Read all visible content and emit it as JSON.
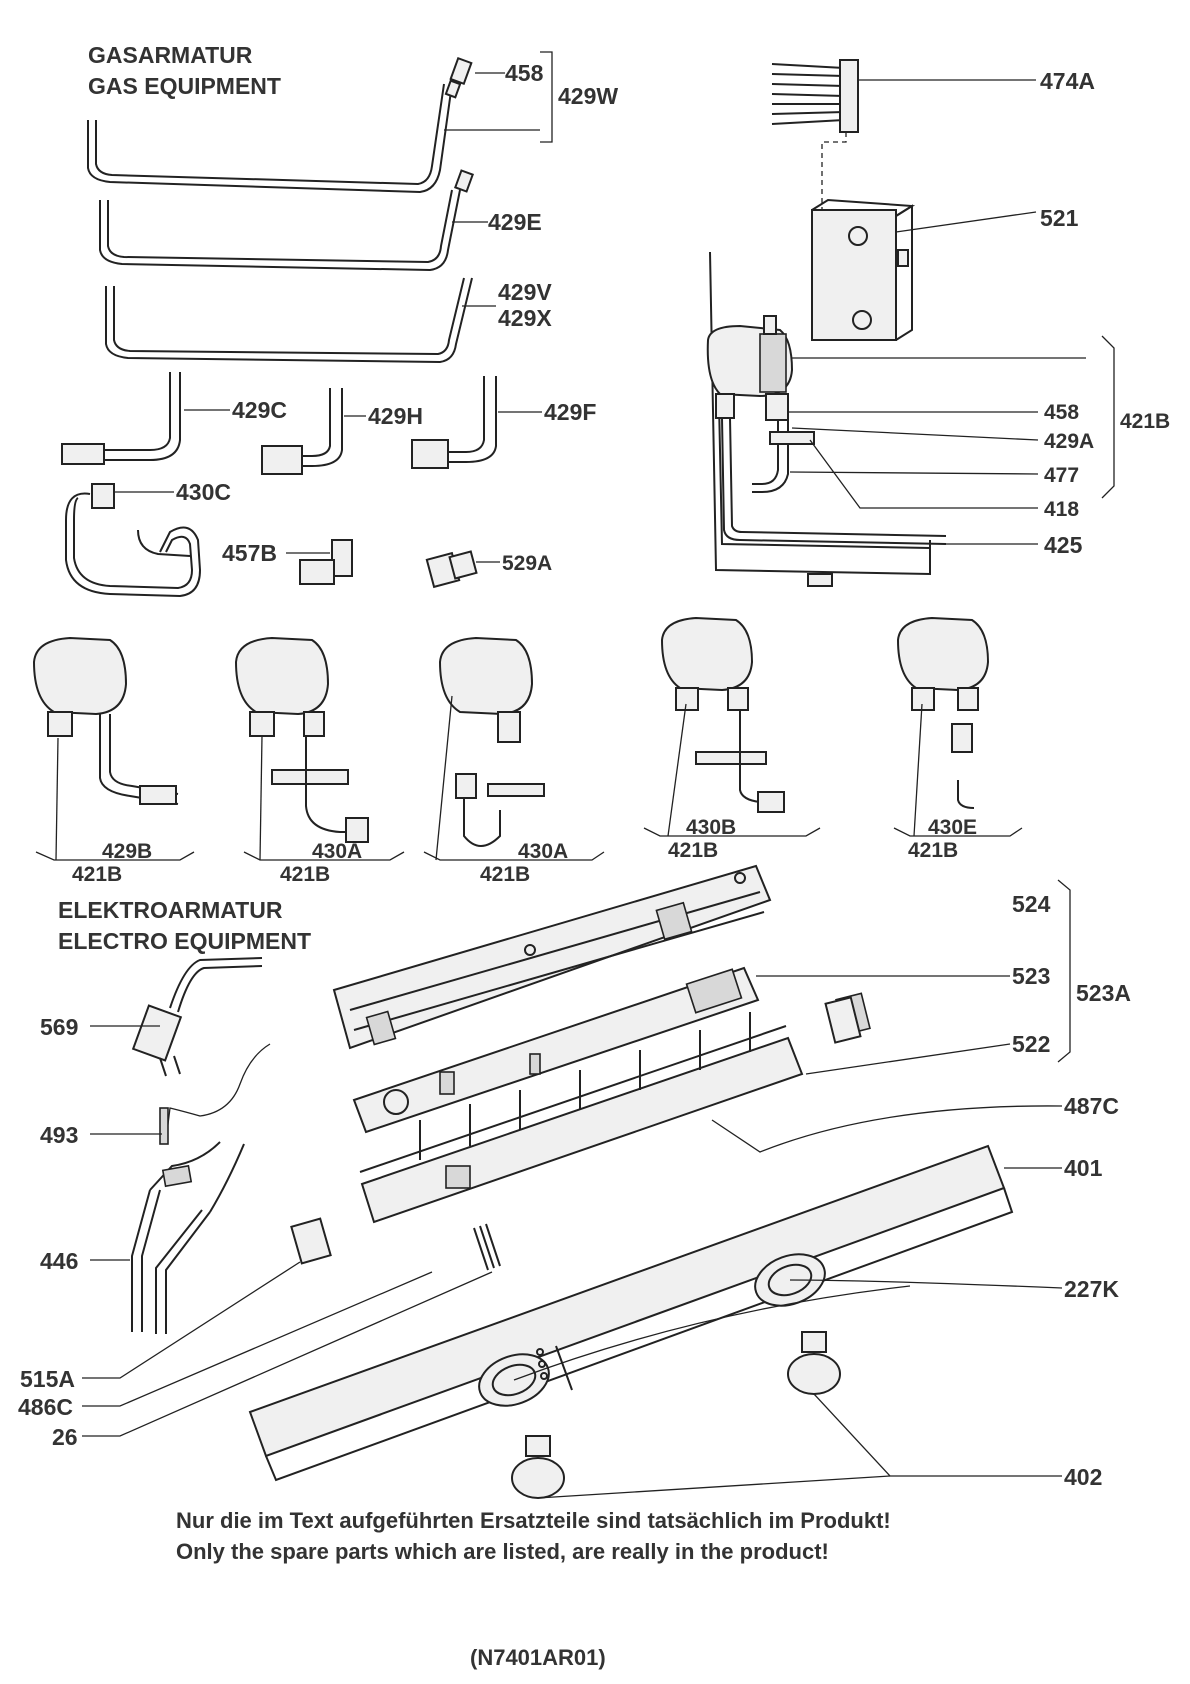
{
  "headings": {
    "gas_de": "GASARMATUR",
    "gas_en": "GAS EQUIPMENT",
    "electro_de": "ELEKTROARMATUR",
    "electro_en": "ELECTRO EQUIPMENT"
  },
  "labels": {
    "p458a": "458",
    "p429W": "429W",
    "p429E": "429E",
    "p429V": "429V",
    "p429X": "429X",
    "p429C": "429C",
    "p429H": "429H",
    "p429F": "429F",
    "p430C": "430C",
    "p457B": "457B",
    "p529A": "529A",
    "p474A": "474A",
    "p521": "521",
    "p458b": "458",
    "p429A": "429A",
    "p477": "477",
    "p418": "418",
    "p425": "425",
    "p421B_main": "421B",
    "p429B": "429B",
    "p421B_1": "421B",
    "p430A_1": "430A",
    "p421B_2": "421B",
    "p430A_2": "430A",
    "p421B_3": "421B",
    "p430B": "430B",
    "p421B_4": "421B",
    "p430E": "430E",
    "p421B_5": "421B",
    "p524": "524",
    "p523": "523",
    "p523A": "523A",
    "p522": "522",
    "p487C": "487C",
    "p401": "401",
    "p227K": "227K",
    "p402": "402",
    "p569": "569",
    "p493": "493",
    "p446": "446",
    "p515A": "515A",
    "p486C": "486C",
    "p26": "26"
  },
  "notes": {
    "de": "Nur die im Text aufgeführten Ersatzteile sind tatsächlich im Produkt!",
    "en": "Only the spare parts which are listed, are really in the product!"
  },
  "drawing_id": "(N7401AR01)"
}
